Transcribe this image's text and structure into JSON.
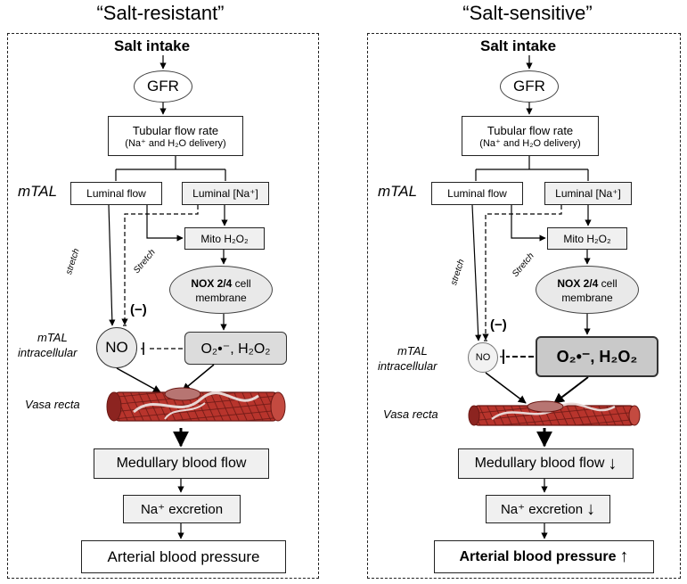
{
  "left": {
    "title": "“Salt-resistant”",
    "salt_intake": "Salt intake",
    "gfr": "GFR",
    "tubular_line1": "Tubular flow rate",
    "tubular_line2": "(Na⁺ and H₂O delivery)",
    "mtal": "mTAL",
    "luminal_flow": "Luminal flow",
    "luminal_na": "Luminal [Na⁺]",
    "mito": "Mito  H₂O₂",
    "stretch1": "stretch",
    "stretch2": "Stretch",
    "nox_line1": "NOX 2/4",
    "nox_line1b": " cell",
    "nox_line2": "membrane",
    "inhib": "(−)",
    "mtal_intra1": "mTAL",
    "mtal_intra2": "intracellular",
    "no": "NO",
    "ros": "O₂•⁻, H₂O₂",
    "vasa": "Vasa recta",
    "medullary": "Medullary blood flow",
    "na_exc": "Na⁺ excretion",
    "abp": "Arterial blood pressure"
  },
  "right": {
    "title": "“Salt-sensitive”",
    "salt_intake": "Salt intake",
    "gfr": "GFR",
    "tubular_line1": "Tubular flow rate",
    "tubular_line2": "(Na⁺ and H₂O delivery)",
    "mtal": "mTAL",
    "luminal_flow": "Luminal flow",
    "luminal_na": "Luminal [Na⁺]",
    "mito": "Mito  H₂O₂",
    "stretch1": "stretch",
    "stretch2": "Stretch",
    "nox_line1": "NOX 2/4",
    "nox_line1b": " cell",
    "nox_line2": "membrane",
    "inhib": "(−)",
    "mtal_intra1": "mTAL",
    "mtal_intra2": "intracellular",
    "no": "NO",
    "ros": "O₂•⁻, H₂O₂",
    "vasa": "Vasa recta",
    "medullary": "Medullary blood flow",
    "na_exc": "Na⁺ excretion",
    "abp": "Arterial blood pressure",
    "down_arrow_icon": "↓",
    "up_arrow_icon": "↑"
  },
  "colors": {
    "vessel": "#b8342c",
    "vessel_dark": "#7c1f1a",
    "box_grey": "#e9e9e9"
  }
}
